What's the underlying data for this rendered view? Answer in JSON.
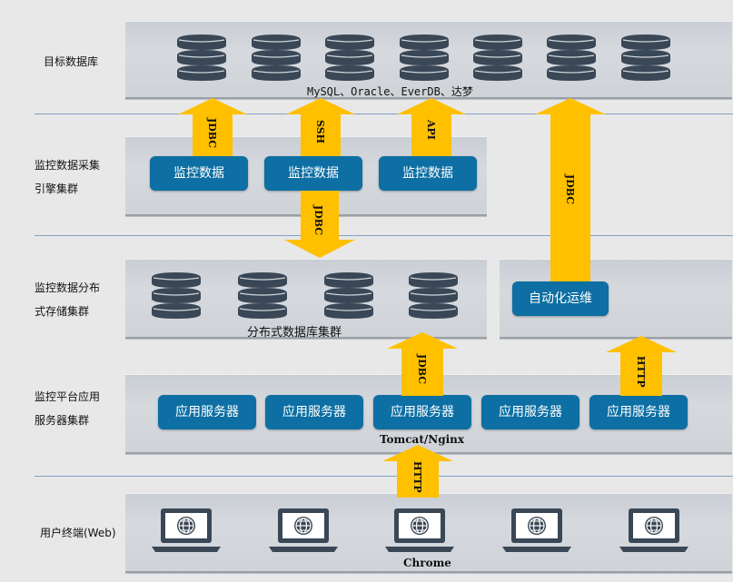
{
  "layers": {
    "target_db": "目标数据库",
    "collector_line1": "监控数据采集",
    "collector_line2": "引擎集群",
    "storage_line1": "监控数据分布",
    "storage_line2": "式存储集群",
    "app_line1": "监控平台应用",
    "app_line2": "服务器集群",
    "user": "用户终端(Web)"
  },
  "captions": {
    "db_types": "MySQL、Oracle、EverDB、达梦",
    "distributed_db": "分布式数据库集群",
    "tomcat": "Tomcat/Nginx",
    "chrome": "Chrome"
  },
  "collector_boxes": [
    "监控数据",
    "监控数据",
    "监控数据"
  ],
  "ops_box": "自动化运维",
  "app_servers": [
    "应用服务器",
    "应用服务器",
    "应用服务器",
    "应用服务器",
    "应用服务器"
  ],
  "arrows": {
    "a1": "JDBC",
    "a2": "SSH",
    "a3": "API",
    "a4": "JDBC",
    "a5": "JDBC",
    "a6": "JDBC",
    "a7": "HTTP",
    "a8": "HTTP"
  },
  "colors": {
    "arrow": "#ffc000",
    "box": "#0d6fa3",
    "db_icon": "#3a4756"
  }
}
